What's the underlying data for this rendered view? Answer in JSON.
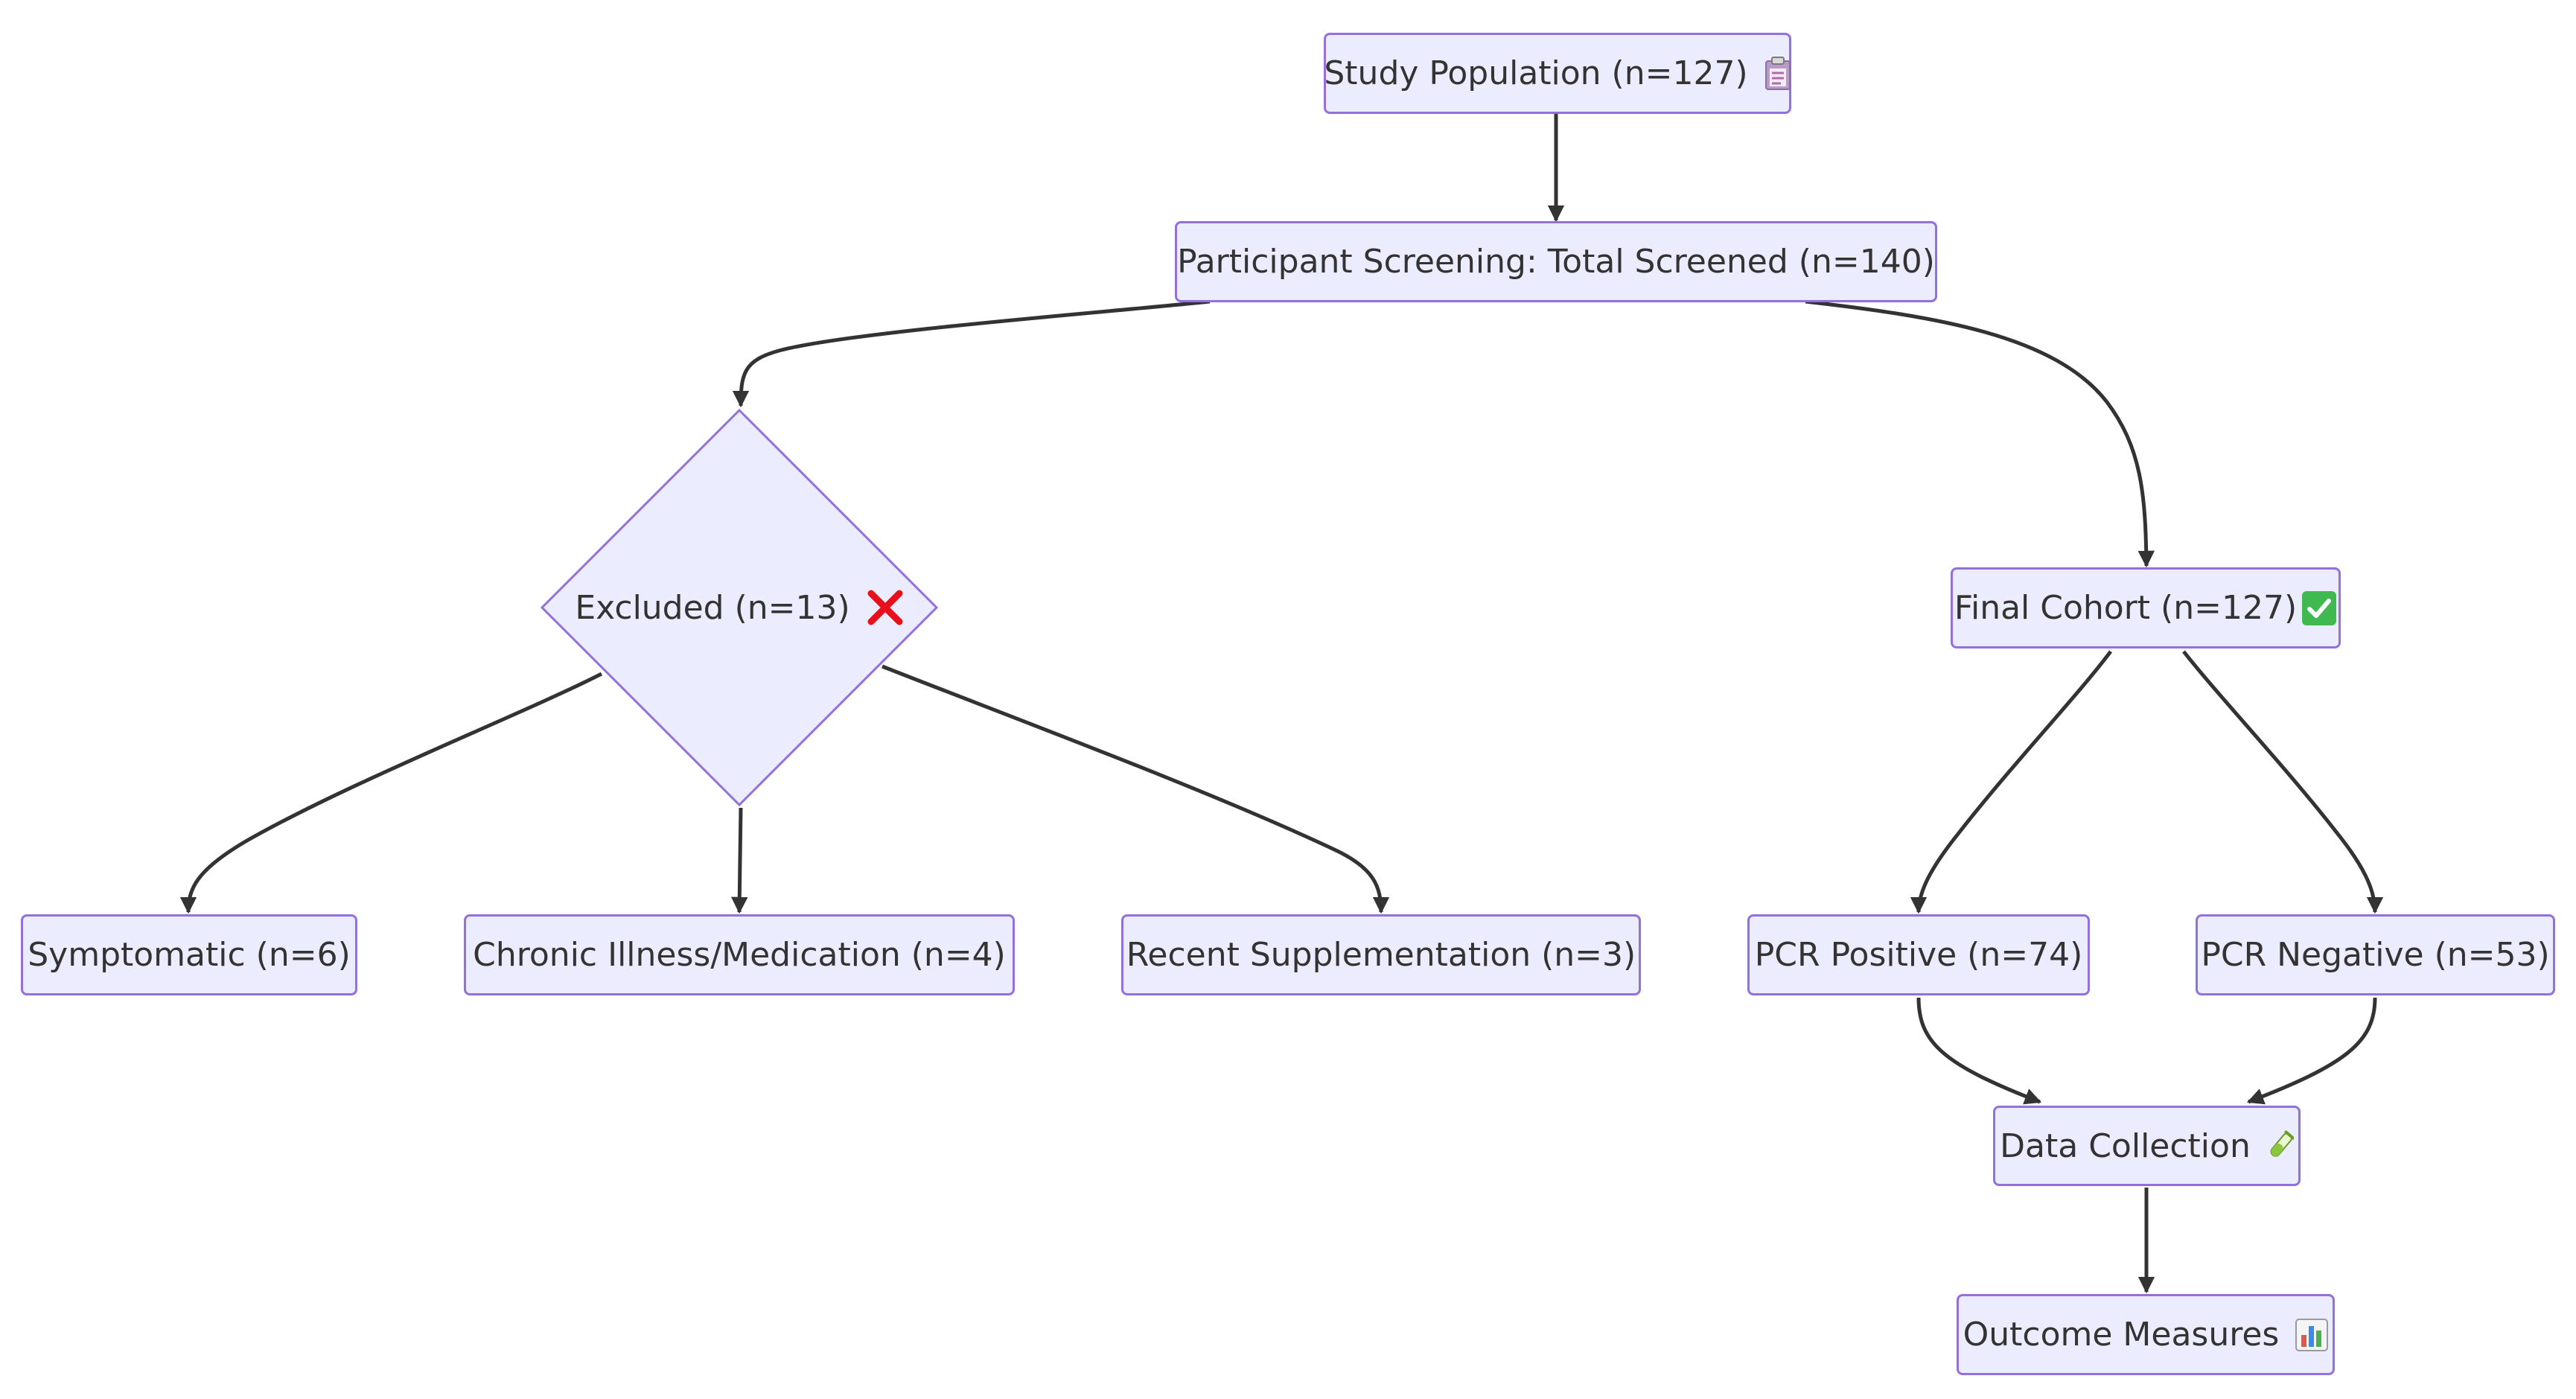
{
  "nodes": {
    "study_population": "Study Population (n=127)",
    "screening": "Participant Screening: Total Screened (n=140)",
    "excluded": "Excluded (n=13)",
    "final_cohort": "Final Cohort (n=127)",
    "symptomatic": "Symptomatic (n=6)",
    "chronic_illness": "Chronic Illness/Medication (n=4)",
    "recent_supplementation": "Recent Supplementation (n=3)",
    "pcr_positive": "PCR Positive (n=74)",
    "pcr_negative": "PCR Negative (n=53)",
    "data_collection": "Data Collection",
    "outcome_measures": "Outcome Measures"
  },
  "icons": {
    "study_population": "clipboard-icon",
    "excluded": "cross-mark-icon",
    "final_cohort": "check-mark-button-icon",
    "data_collection": "test-tube-icon",
    "outcome_measures": "bar-chart-icon"
  },
  "colors": {
    "node_fill": "#ECECFF",
    "node_border": "#9370DB",
    "edge": "#333333",
    "text": "#333333",
    "cross": "#E8101B",
    "check": "#3FB950"
  }
}
